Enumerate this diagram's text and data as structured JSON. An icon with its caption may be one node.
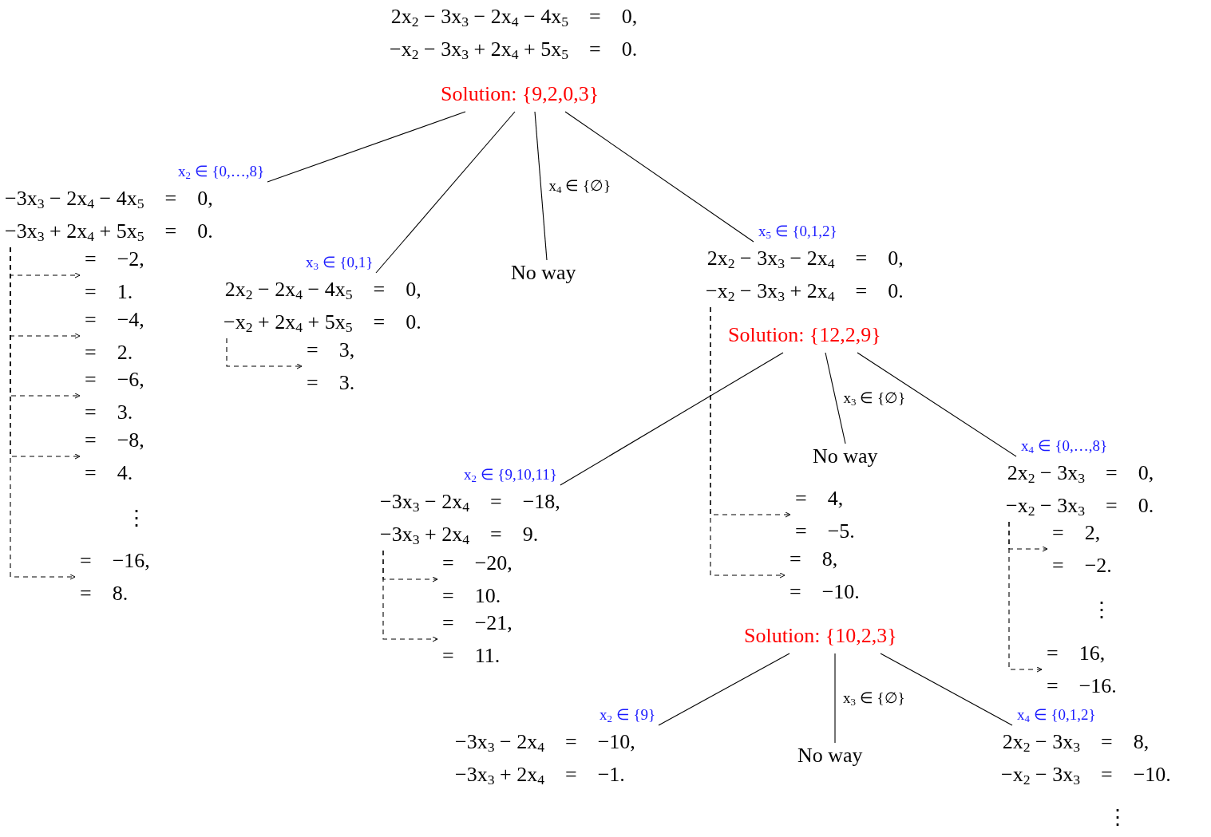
{
  "diagram": {
    "nodes": [
      {
        "text": [
          "2x$_{2}$ − 3x$_{3}$ − 2x$_{4}$ − 4x$_{5}$",
          "=",
          "0,",
          "−x$_{2}$ − 3x$_{3}$ + 2x$_{4}$ + 5x$_{5}$",
          "=",
          "0."
        ]
      },
      {
        "text": [
          "Solution: {9,2,0,3}"
        ]
      },
      {
        "text": [
          "−3x$_{3}$ − 2x$_{4}$ − 4x$_{5}$",
          "=",
          "0,",
          "−3x$_{3}$ + 2x$_{4}$ + 5x$_{5}$",
          "=",
          "0."
        ]
      },
      {
        "text": [
          "=",
          "−2,",
          "=",
          "1."
        ]
      },
      {
        "text": [
          "=",
          "−4,",
          "=",
          "2."
        ]
      },
      {
        "text": [
          "=",
          "−6,",
          "=",
          "3."
        ]
      },
      {
        "text": [
          "=",
          "−8,",
          "=",
          "4."
        ]
      },
      {
        "text": [
          "=",
          "−16,",
          "=",
          "8."
        ]
      },
      {
        "text": [
          "2x$_{2}$ − 2x$_{4}$ − 4x$_{5}$",
          "=",
          "0,",
          "−x$_{2}$ + 2x$_{4}$ + 5x$_{5}$",
          "=",
          "0."
        ]
      },
      {
        "text": [
          "=",
          "3,",
          "=",
          "3."
        ]
      },
      {
        "text": [
          "No way"
        ]
      },
      {
        "text": [
          "2x$_{2}$ − 3x$_{3}$ − 2x$_{4}$",
          "=",
          "0,",
          "−x$_{2}$ − 3x$_{3}$ + 2x$_{4}$",
          "=",
          "0."
        ]
      },
      {
        "text": [
          "Solution: {12,2,9}"
        ]
      },
      {
        "text": [
          "=",
          "4,",
          "=",
          "−5."
        ]
      },
      {
        "text": [
          "=",
          "8,",
          "=",
          "−10."
        ]
      },
      {
        "text": [
          "−3x$_{3}$ − 2x$_{4}$",
          "=",
          "−18,",
          "−3x$_{3}$ + 2x$_{4}$",
          "=",
          "9."
        ]
      },
      {
        "text": [
          "=",
          "−20,",
          "=",
          "10."
        ]
      },
      {
        "text": [
          "=",
          "−21,",
          "=",
          "11."
        ]
      },
      {
        "text": [
          "No way"
        ]
      },
      {
        "text": [
          "2x$_{2}$ − 3x$_{3}$",
          "=",
          "0,",
          "−x$_{2}$ − 3x$_{3}$",
          "=",
          "0."
        ]
      },
      {
        "text": [
          "=",
          "2,",
          "=",
          "−2."
        ]
      },
      {
        "text": [
          "=",
          "16,",
          "=",
          "−16."
        ]
      },
      {
        "text": [
          "Solution: {10,2,3}"
        ]
      },
      {
        "text": [
          "−3x$_{3}$ − 2x$_{4}$",
          "=",
          "−10,",
          "−3x$_{3}$ + 2x$_{4}$",
          "=",
          "−1."
        ]
      },
      {
        "text": [
          "No way"
        ]
      },
      {
        "text": [
          "2x$_{2}$ − 3x$_{3}$",
          "=",
          "8,",
          "−x$_{2}$ − 3x$_{3}$",
          "=",
          "−10."
        ]
      }
    ],
    "edges": [
      {
        "from": 1,
        "to": 2,
        "arrow": "none",
        "label": "x$_{2}$ ∈ {0,…,8}"
      },
      {
        "from": 1,
        "to": 8,
        "arrow": "none",
        "label": "x$_{3}$ ∈ {0,1}"
      },
      {
        "from": 1,
        "to": 10,
        "arrow": "none",
        "label": "x$_{4}$ ∈ {∅}"
      },
      {
        "from": 1,
        "to": 11,
        "arrow": "none",
        "label": "x$_{5}$ ∈ {0,1,2}"
      },
      {
        "from": 2,
        "to": 3,
        "arrow": "to",
        "style": "dashed"
      },
      {
        "from": 2,
        "to": 4,
        "arrow": "to",
        "style": "dashed"
      },
      {
        "from": 2,
        "to": 5,
        "arrow": "to",
        "style": "dashed"
      },
      {
        "from": 2,
        "to": 6,
        "arrow": "to",
        "style": "dashed"
      },
      {
        "from": 2,
        "to": 7,
        "arrow": "to",
        "style": "dashed"
      },
      {
        "from": 8,
        "to": 9,
        "arrow": "to",
        "style": "dashed"
      },
      {
        "from": 12,
        "to": 15,
        "arrow": "none",
        "label": "x$_{2}$ ∈ {9,10,11}"
      },
      {
        "from": 12,
        "to": 18,
        "arrow": "none",
        "label": "x$_{3}$ ∈ {∅}"
      },
      {
        "from": 12,
        "to": 19,
        "arrow": "none",
        "label": "x$_{4}$ ∈ {0,…,8}"
      },
      {
        "from": 11,
        "to": 13,
        "arrow": "to",
        "style": "dashed"
      },
      {
        "from": 11,
        "to": 14,
        "arrow": "to",
        "style": "dashed"
      },
      {
        "from": 15,
        "to": 16,
        "arrow": "to",
        "style": "dashed"
      },
      {
        "from": 15,
        "to": 17,
        "arrow": "to",
        "style": "dashed"
      },
      {
        "from": 19,
        "to": 20,
        "arrow": "to",
        "style": "dashed"
      },
      {
        "from": 19,
        "to": 21,
        "arrow": "to",
        "style": "dashed"
      },
      {
        "from": 22,
        "to": 23,
        "arrow": "none",
        "label": "x$_{2}$ ∈ {9}"
      },
      {
        "from": 22,
        "to": 24,
        "arrow": "none",
        "label": "x$_{3}$ ∈ {∅}"
      },
      {
        "from": 22,
        "to": 25,
        "arrow": "none",
        "label": "x$_{4}$ ∈ {0,1,2}"
      }
    ],
    "labels": [
      "⋮",
      "⋮",
      "⋮"
    ]
  }
}
